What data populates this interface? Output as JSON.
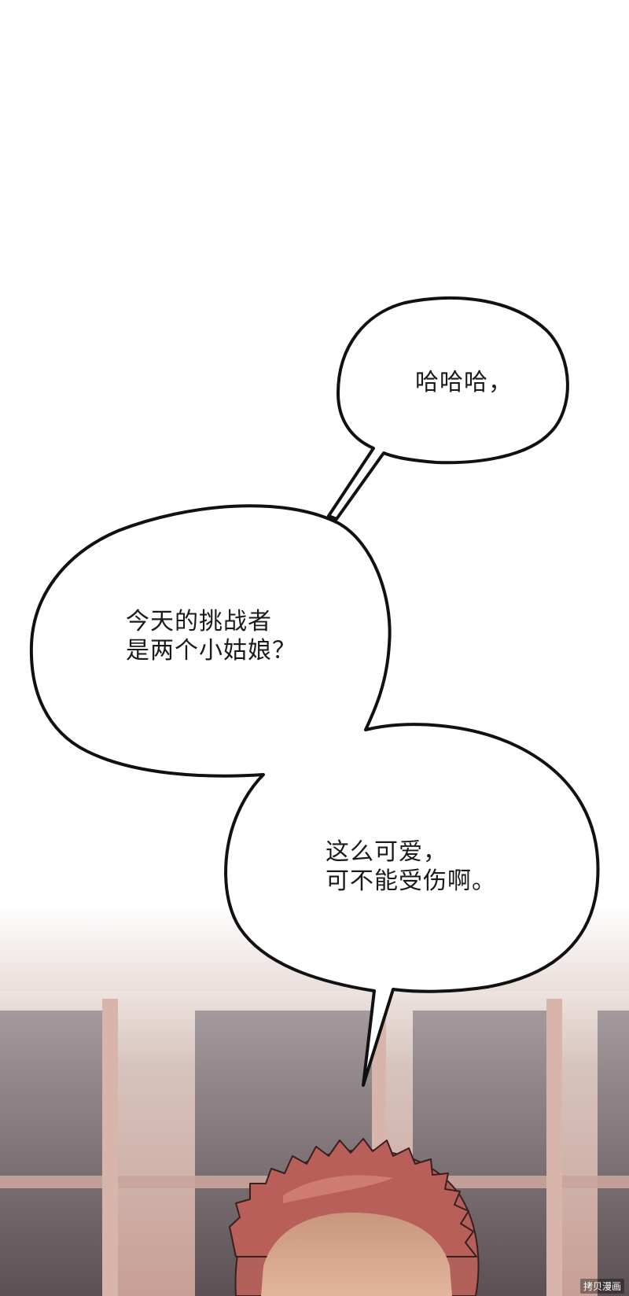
{
  "bubbles": [
    {
      "id": "laugh",
      "lines": [
        "哈哈哈，"
      ]
    },
    {
      "id": "challengers",
      "lines": [
        "今天的挑战者",
        "是两个小姑娘？"
      ]
    },
    {
      "id": "cute",
      "lines": [
        "这么可爱，",
        "可不能受伤啊。"
      ]
    }
  ],
  "watermark": "拷贝漫画",
  "colors": {
    "background": "#ffffff",
    "bubble_fill": "#ffffff",
    "bubble_outline": "#111111",
    "text": "#1a1a1a",
    "wall_light": "#e6d8d2",
    "wall_dark": "#5e555a",
    "window_frame": "#c9a59c",
    "hair": "#b05a56",
    "hair_shadow": "#7e3a3a",
    "skin": "#d9a88f"
  }
}
